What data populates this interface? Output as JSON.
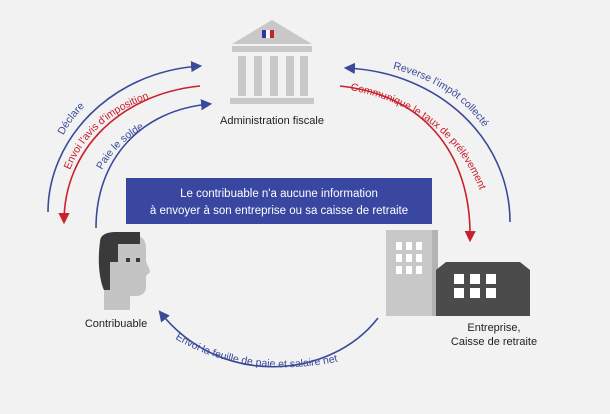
{
  "colors": {
    "background": "#f2f2f2",
    "blue": "#3a4a9a",
    "red": "#c8202c",
    "info_box": "#3947a0",
    "building_light": "#c8c8c8",
    "building_dark": "#4b4b4b",
    "person_dark": "#3a3a3a",
    "person_light": "#c4c4c4"
  },
  "icons": {
    "administration": "government-building-icon",
    "contribuable": "person-head-icon",
    "entreprise": "office-buildings-icon",
    "flag": "french-flag-icon"
  },
  "nodes": {
    "administration": "Administration fiscale",
    "contribuable": "Contribuable",
    "entreprise_line1": "Entreprise,",
    "entreprise_line2": "Caisse de retraite"
  },
  "arcs": {
    "declare": "Déclare",
    "envoi_avis": "Envoi l'avis d'imposition",
    "paie_solde": "Paie le solde",
    "reverse_impot": "Reverse l'impôt collecté",
    "communique_taux": "Communique le taux de prélèvement",
    "envoi_feuille": "Envoi la feuille de paie et salaire net"
  },
  "info_box": {
    "line1": "Le contribuable n'a aucune information",
    "line2": "à envoyer à son entreprise ou sa caisse de retraite"
  }
}
